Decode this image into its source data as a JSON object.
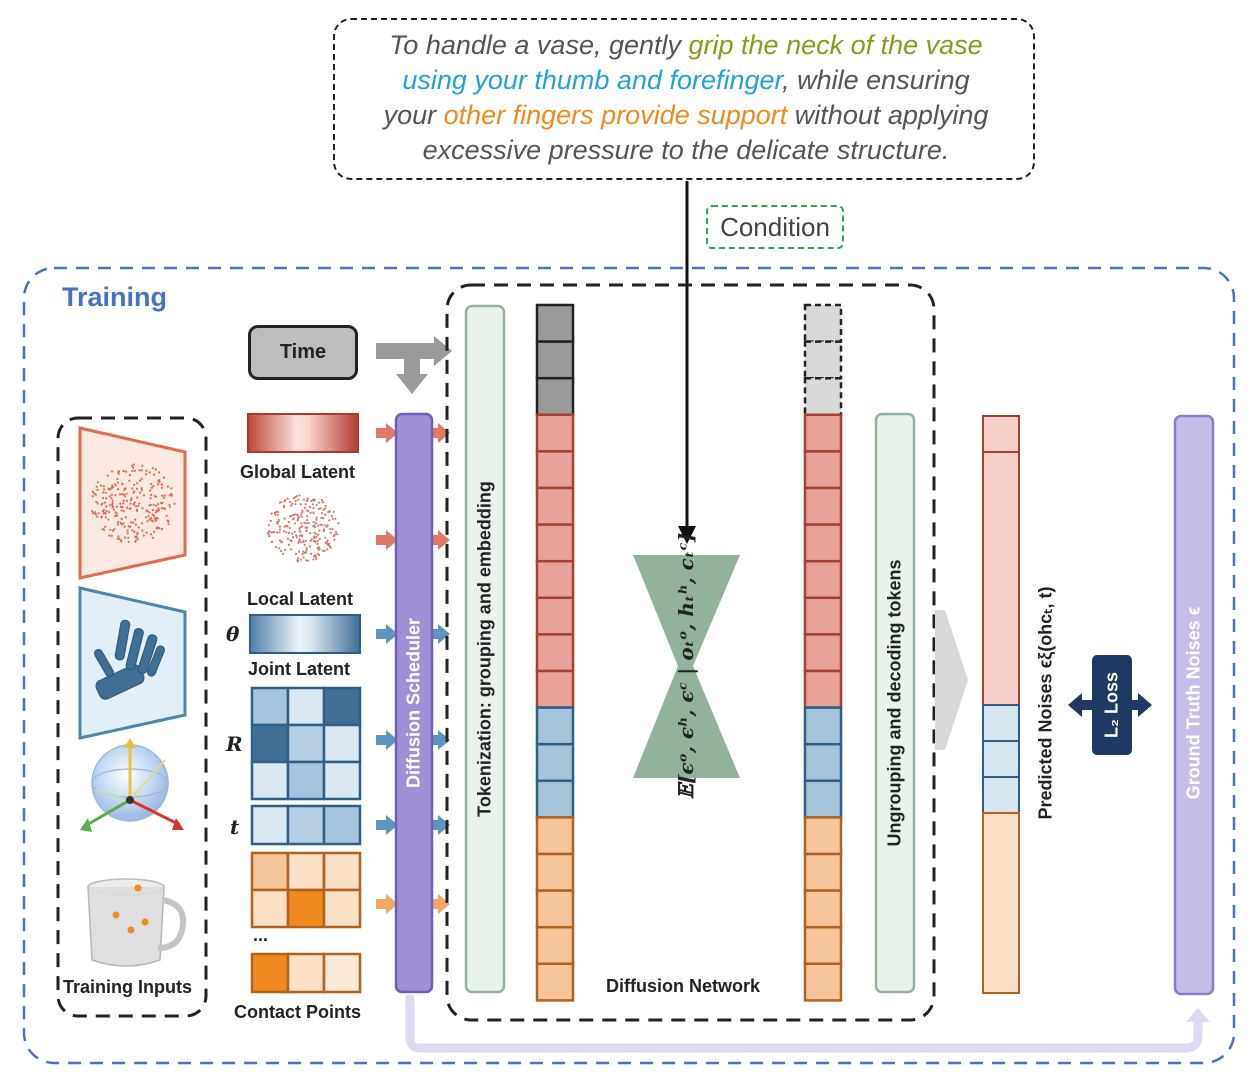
{
  "prompt": {
    "lines": [
      [
        {
          "t": "To handle a vase, gently ",
          "c": "gray"
        },
        {
          "t": "grip the neck of the vase",
          "c": "green"
        }
      ],
      [
        {
          "t": "using your thumb and forefinger",
          "c": "blue"
        },
        {
          "t": ", while ensuring",
          "c": "gray"
        }
      ],
      [
        {
          "t": "your ",
          "c": "gray"
        },
        {
          "t": "other fingers provide support",
          "c": "orange"
        },
        {
          "t": " without applying",
          "c": "gray"
        }
      ],
      [
        {
          "t": "excessive pressure to the delicate structure.",
          "c": "gray"
        }
      ]
    ]
  },
  "condition_label": "Condition",
  "training_title": "Training",
  "inputs": {
    "time_label": "Time",
    "global_latent": "Global Latent",
    "local_latent": "Local Latent",
    "joint_latent": "Joint Latent",
    "theta_symbol": "θ",
    "r_symbol": "R",
    "t_symbol": "t",
    "ellipsis": "...",
    "contact_points": "Contact Points",
    "training_inputs": "Training Inputs"
  },
  "diffusion_scheduler": "Diffusion Scheduler",
  "tokenization_label": "Tokenization: grouping and embedding",
  "network_label": "Diffusion Network",
  "expectation_formula": "𝔼[ϵᵒ, ϵʰ, ϵᶜ | oₜᵒ, hₜʰ, cₜᶜ]",
  "ungrouping_label": "Ungrouping and decoding tokens",
  "predicted_label": "Predicted Noises  ϵξ(ohcₜ, t)",
  "loss_label": "L₂ Loss",
  "ground_truth_label": "Ground Truth Noises ϵ",
  "colors": {
    "training_border": "#4a72c4",
    "scheduler": "#9f8fd6",
    "ground_truth": "#c7bde9",
    "token_red": "#e8a19b",
    "token_blue": "#a6c3d9",
    "token_orange": "#f7c59a",
    "network": "#93b29c",
    "loss": "#1f3864"
  }
}
